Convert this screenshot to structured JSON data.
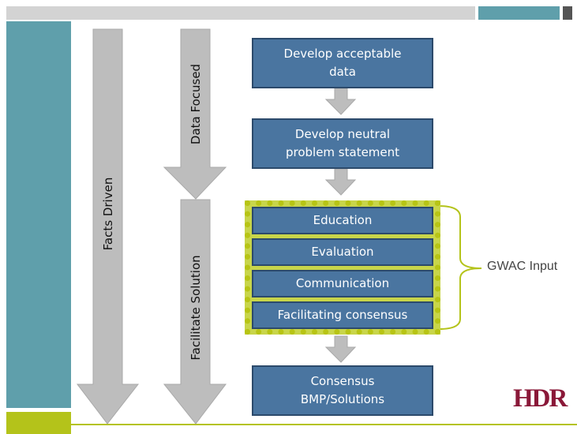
{
  "colors": {
    "teal": "#5f9fab",
    "lightgray": "#d0d0d0",
    "darkgray": "#555555",
    "green": "#b4c31a",
    "box_fill": "#4a75a0",
    "arrow_gray": "#bdbdbd",
    "logo": "#8a1838"
  },
  "vertical_labels": {
    "facts_driven": "Facts Driven",
    "data_focused": "Data Focused",
    "facilitate_solution": "Facilitate Solution"
  },
  "boxes": {
    "develop_data": [
      "Develop acceptable",
      "data"
    ],
    "neutral_statement": [
      "Develop neutral",
      "problem statement"
    ],
    "education": "Education",
    "evaluation": "Evaluation",
    "communication": "Communication",
    "facilitating": "Facilitating consensus",
    "consensus": [
      "Consensus",
      "BMP/Solutions"
    ]
  },
  "gwac_label": "GWAC Input",
  "logo_text": "HDR"
}
